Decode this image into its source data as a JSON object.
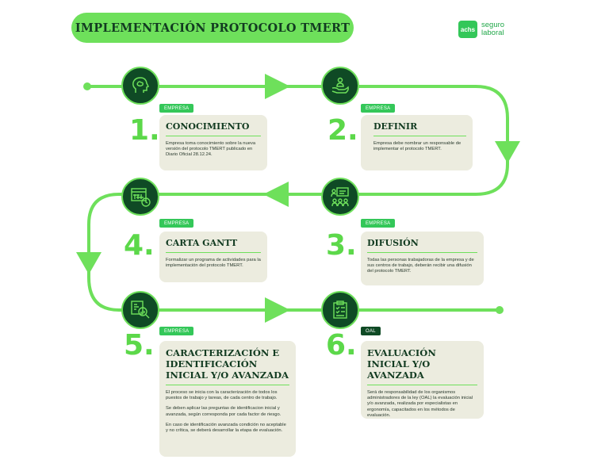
{
  "title": "IMPLEMENTACIÓN PROTOCOLO TMERT",
  "logo": {
    "mark": "achs",
    "line1": "seguro",
    "line2": "laboral"
  },
  "steps": [
    {
      "number": "1.",
      "tag": "EMPRESA",
      "title": "CONOCIMIENTO",
      "paragraphs": [
        "Empresa toma conocimiento sobre la nueva versión del protocolo TMERT publicado en Diario Oficial 28.12.24."
      ]
    },
    {
      "number": "2.",
      "tag": "EMPRESA",
      "title": "DEFINIR",
      "paragraphs": [
        "Empresa debe nombrar un responsable de implementar el protocolo TMERT."
      ]
    },
    {
      "number": "3.",
      "tag": "EMPRESA",
      "title": "DIFUSIÓN",
      "paragraphs": [
        "Todas las personas trabajadoras de la empresa y de sus centros de trabajo, deberán recibir una difusión del protocolo TMERT."
      ]
    },
    {
      "number": "4.",
      "tag": "EMPRESA",
      "title": "CARTA GANTT",
      "paragraphs": [
        "Formalizar un programa de actividades para la implementación del protocolo TMERT."
      ]
    },
    {
      "number": "5.",
      "tag": "EMPRESA",
      "title": "CARACTERIZACIÓN E IDENTIFICACIÓN INICIAL Y/O AVANZADA",
      "paragraphs": [
        "El proceso se inicia con la caracterización de todos los puestos de trabajo y tareas, de cada centro de trabajo.",
        "Se deben aplicar las preguntas de identificacion inicial y avanzada, según corresponda por cada factor de riesgo.",
        "En caso de identificación avanzada condición no aceptable y no crítica, se deberá desarrollar la etapa de evaluación."
      ]
    },
    {
      "number": "6.",
      "tag": "OAL",
      "title": "EVALUACIÓN INICIAL Y/O AVANZADA",
      "paragraphs": [
        "Será de responsabilidad de los organismos administradores de la ley (OAL) la evaluación inicial y/o avanzada, realizada por especialistas en ergonomía, capacitados en los métodos de evaluación."
      ]
    }
  ],
  "icons": [
    "head-brain-icon",
    "hand-person-icon",
    "presentation-group-icon",
    "gantt-calendar-icon",
    "magnifier-chart-icon",
    "checklist-clipboard-icon"
  ],
  "colors": {
    "accent": "#6ee05b",
    "dark": "#0f4a25",
    "card": "#ececdf"
  }
}
